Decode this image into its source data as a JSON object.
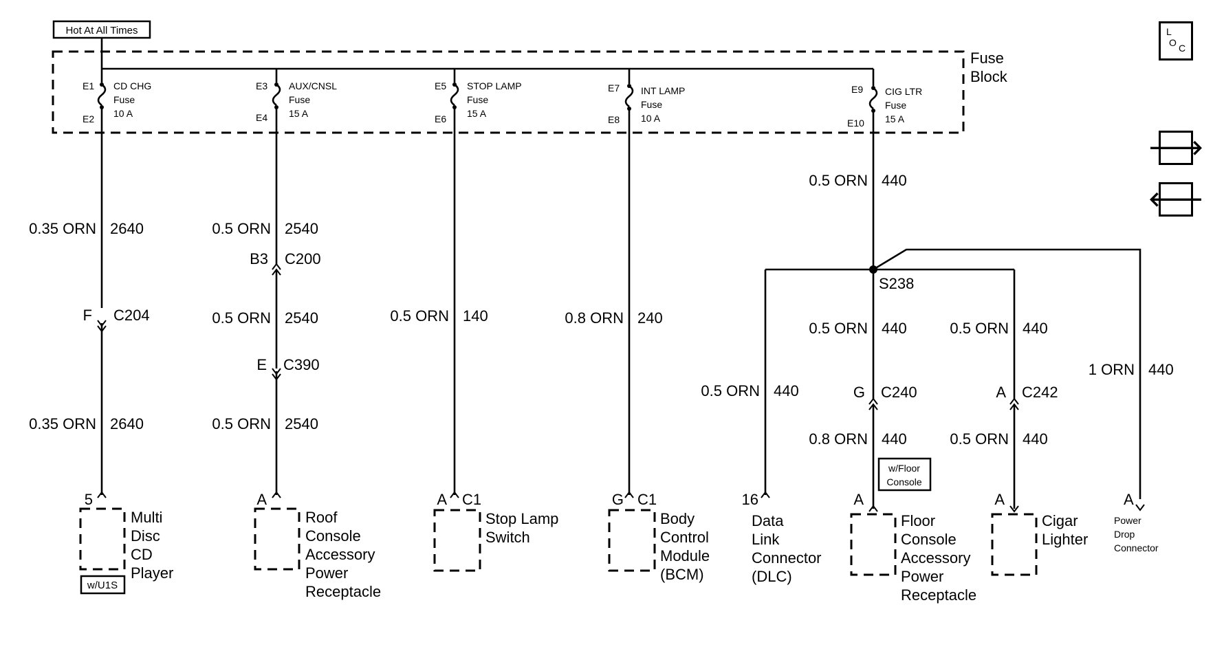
{
  "header": {
    "hot_label": "Hot At All Times"
  },
  "fuse_block": {
    "label_line1": "Fuse",
    "label_line2": "Block"
  },
  "fuses": [
    {
      "in_pin": "E1",
      "out_pin": "E2",
      "name": "CD CHG",
      "type": "Fuse",
      "rating": "10 A"
    },
    {
      "in_pin": "E3",
      "out_pin": "E4",
      "name": "AUX/CNSL",
      "type": "Fuse",
      "rating": "15 A"
    },
    {
      "in_pin": "E5",
      "out_pin": "E6",
      "name": "STOP LAMP",
      "type": "Fuse",
      "rating": "15 A"
    },
    {
      "in_pin": "E7",
      "out_pin": "E8",
      "name": "INT LAMP",
      "type": "Fuse",
      "rating": "10 A"
    },
    {
      "in_pin": "E9",
      "out_pin": "E10",
      "name": "CIG LTR",
      "type": "Fuse",
      "rating": "15 A"
    }
  ],
  "wires": {
    "w1a": {
      "gauge": "0.35 ORN",
      "circuit": "2640"
    },
    "w1b": {
      "gauge": "0.35 ORN",
      "circuit": "2640"
    },
    "w2a": {
      "gauge": "0.5 ORN",
      "circuit": "2540"
    },
    "w2b": {
      "gauge": "0.5 ORN",
      "circuit": "2540"
    },
    "w2c": {
      "gauge": "0.5 ORN",
      "circuit": "2540"
    },
    "w3": {
      "gauge": "0.5 ORN",
      "circuit": "140"
    },
    "w4": {
      "gauge": "0.8 ORN",
      "circuit": "240"
    },
    "w5": {
      "gauge": "0.5 ORN",
      "circuit": "440"
    },
    "w_dlc": {
      "gauge": "0.5 ORN",
      "circuit": "440"
    },
    "w_floor_a": {
      "gauge": "0.5 ORN",
      "circuit": "440"
    },
    "w_floor_b": {
      "gauge": "0.8 ORN",
      "circuit": "440"
    },
    "w_cig_a": {
      "gauge": "0.5 ORN",
      "circuit": "440"
    },
    "w_cig_b": {
      "gauge": "0.5 ORN",
      "circuit": "440"
    },
    "w_pwr": {
      "gauge": "1 ORN",
      "circuit": "440"
    }
  },
  "inline_connectors": {
    "c204": {
      "pin": "F",
      "name": "C204"
    },
    "c200": {
      "pin": "B3",
      "name": "C200"
    },
    "c390": {
      "pin": "E",
      "name": "C390"
    },
    "c240": {
      "pin": "G",
      "name": "C240"
    },
    "c242": {
      "pin": "A",
      "name": "C242"
    }
  },
  "splice": {
    "name": "S238"
  },
  "components": {
    "cd_player": {
      "pin": "5",
      "lines": [
        "Multi",
        "Disc",
        "CD",
        "Player"
      ],
      "option": "w/U1S"
    },
    "roof_console": {
      "pin": "A",
      "lines": [
        "Roof",
        "Console",
        "Accessory",
        "Power",
        "Receptacle"
      ]
    },
    "stop_lamp": {
      "pin": "A",
      "conn": "C1",
      "lines": [
        "Stop Lamp",
        "Switch"
      ]
    },
    "bcm": {
      "pin": "G",
      "conn": "C1",
      "lines": [
        "Body",
        "Control",
        "Module",
        "(BCM)"
      ]
    },
    "dlc": {
      "pin": "16",
      "lines": [
        "Data",
        "Link",
        "Connector",
        "(DLC)"
      ]
    },
    "floor_console": {
      "pin": "A",
      "lines": [
        "Floor",
        "Console",
        "Accessory",
        "Power",
        "Receptacle"
      ],
      "option_line1": "w/Floor",
      "option_line2": "Console"
    },
    "cigar": {
      "pin": "A",
      "lines": [
        "Cigar",
        "Lighter"
      ]
    },
    "power_drop": {
      "pin": "A",
      "lines": [
        "Power",
        "Drop",
        "Connector"
      ]
    }
  },
  "nav": {
    "loc_l": "L",
    "loc_o": "O",
    "loc_c": "C",
    "forward": "🡒",
    "back": "🡐"
  }
}
